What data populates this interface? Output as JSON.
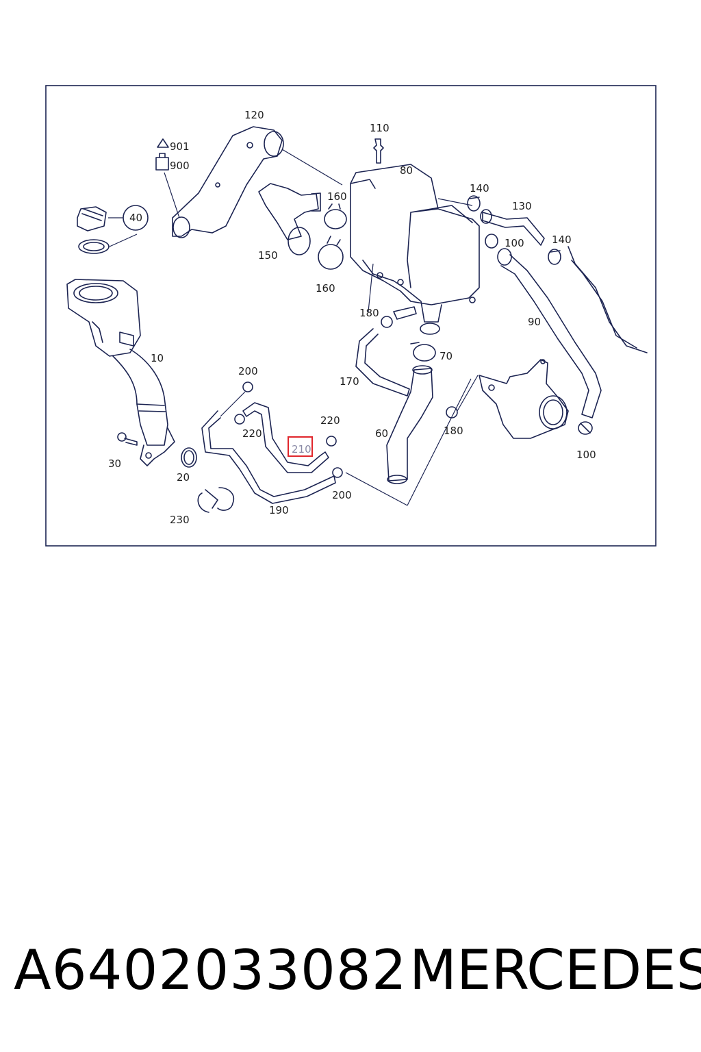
{
  "diagram": {
    "callouts": {
      "c10": "10",
      "c20": "20",
      "c30": "30",
      "c40": "40",
      "c60": "60",
      "c70": "70",
      "c80": "80",
      "c90": "90",
      "c100a": "100",
      "c100b": "100",
      "c110": "110",
      "c120": "120",
      "c130": "130",
      "c140a": "140",
      "c140b": "140",
      "c150": "150",
      "c160a": "160",
      "c160b": "160",
      "c170": "170",
      "c180a": "180",
      "c180b": "180",
      "c190": "190",
      "c200a": "200",
      "c200b": "200",
      "c210": "210",
      "c220a": "220",
      "c220b": "220",
      "c230": "230",
      "c900": "900",
      "c901": "901"
    },
    "highlighted_callout": "210",
    "colors": {
      "line": "#1c2452",
      "highlight": "#e0262c"
    }
  },
  "footer": {
    "part_number": "A6402033082",
    "brand": "MERCEDES"
  }
}
